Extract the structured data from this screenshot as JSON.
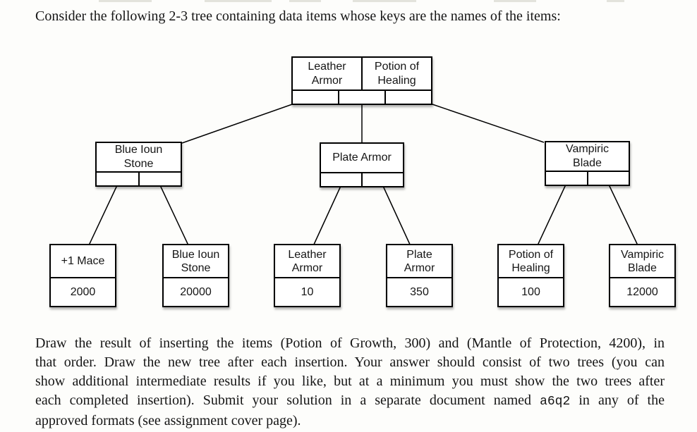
{
  "page": {
    "title": "Consider the following 2-3 tree containing data items whose keys are the names of the items:",
    "instructions": {
      "line1": "Draw the result of inserting the items (Potion of Growth, 300) and (Mantle of Protection, 4200), in",
      "line2": "that order. Draw the new tree after each insertion. Your answer should consist of two trees (you can",
      "line3": "show additional intermediate results if you like, but at a minimum you must show the two trees after",
      "line4_pre": "each completed insertion). Submit your solution in a separate document named ",
      "line4_code": "a6q2",
      "line4_post": " in any of the",
      "line5": "approved formats (see assignment cover page)."
    }
  },
  "tree": {
    "internal": {
      "root": {
        "keys": [
          "Leather\nArmor",
          "Potion of\nHealing"
        ]
      },
      "left": {
        "key": "Blue Ioun\nStone"
      },
      "middle": {
        "key": "Plate Armor"
      },
      "right": {
        "key": "Vampiric\nBlade"
      }
    },
    "leaves": [
      {
        "name": "+1 Mace",
        "value": "2000"
      },
      {
        "name": "Blue Ioun\nStone",
        "value": "20000"
      },
      {
        "name": "Leather\nArmor",
        "value": "10"
      },
      {
        "name": "Plate\nArmor",
        "value": "350"
      },
      {
        "name": "Potion of\nHealing",
        "value": "100"
      },
      {
        "name": "Vampiric\nBlade",
        "value": "12000"
      }
    ]
  },
  "colors": {
    "ink": "#151515",
    "node_border": "#000000",
    "node_fill": "#ffffff",
    "background": "#fdfdfb"
  }
}
